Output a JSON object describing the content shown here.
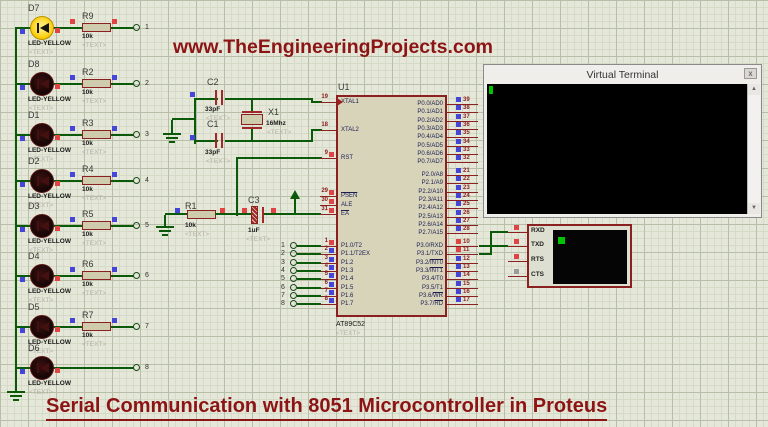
{
  "titles": {
    "watermark": "www.TheEngineeringProjects.com",
    "caption": "Serial Communication with 8051 Microcontroller in Proteus"
  },
  "placeholder": "<TEXT>",
  "colors": {
    "wire": "#0a5a0a",
    "component": "#8b2020",
    "title_red": "#8d1414",
    "state_high": "#e04343",
    "state_low": "#4545d8",
    "state_float": "#9a9a9a",
    "led_on": "#fcca00"
  },
  "led_rows": [
    {
      "ref": "D7",
      "part": "LED-YELLOW",
      "resistor": "R9",
      "rvalue": "10k",
      "terminal": "1",
      "lit": true,
      "squares": [
        "low",
        "high",
        "high",
        "high"
      ]
    },
    {
      "ref": "D8",
      "part": "LED-YELLOW",
      "resistor": "R2",
      "rvalue": "10k",
      "terminal": "2",
      "lit": false,
      "squares": [
        "low",
        "high",
        "low",
        "low"
      ]
    },
    {
      "ref": "D1",
      "part": "LED-YELLOW",
      "resistor": "R3",
      "rvalue": "10k",
      "terminal": "3",
      "lit": false,
      "squares": [
        "low",
        "high",
        "low",
        "low"
      ]
    },
    {
      "ref": "D2",
      "part": "LED-YELLOW",
      "resistor": "R4",
      "rvalue": "10k",
      "terminal": "4",
      "lit": false,
      "squares": [
        "low",
        "high",
        "low",
        "low"
      ]
    },
    {
      "ref": "D3",
      "part": "LED-YELLOW",
      "resistor": "R5",
      "rvalue": "10k",
      "terminal": "5",
      "lit": false,
      "squares": [
        "low",
        "high",
        "low",
        "low"
      ]
    },
    {
      "ref": "D4",
      "part": "LED-YELLOW",
      "resistor": "R6",
      "rvalue": "10k",
      "terminal": "6",
      "lit": false,
      "squares": [
        "low",
        "high",
        "low",
        "low"
      ]
    },
    {
      "ref": "D5",
      "part": "LED-YELLOW",
      "resistor": "R7",
      "rvalue": "10k",
      "terminal": "7",
      "lit": false,
      "squares": [
        "low",
        "high",
        "low",
        "low"
      ]
    },
    {
      "ref": "D6",
      "part": "LED-YELLOW",
      "resistor": null,
      "rvalue": null,
      "terminal": "8",
      "lit": false,
      "squares": [
        "low",
        "high"
      ]
    }
  ],
  "clock": {
    "c_top_ref": "C2",
    "c_top_value": "33pF",
    "c_bot_ref": "C1",
    "c_bot_value": "33pF",
    "xtal_ref": "X1",
    "xtal_value": "16Mhz"
  },
  "reset": {
    "r_ref": "R1",
    "r_value": "10k",
    "c_ref": "C3",
    "c_value": "1uF"
  },
  "mcu": {
    "ref": "U1",
    "part": "AT89C52",
    "left_pins": [
      {
        "num": "19",
        "name": "XTAL1",
        "clk": true
      },
      {
        "num": "18",
        "name": "XTAL2"
      },
      {
        "num": "9",
        "name": "RST",
        "state": "high"
      },
      {
        "num": "29",
        "name": "",
        "bar_part": "PSEN",
        "state": "high"
      },
      {
        "num": "30",
        "name": "ALE",
        "state": "high"
      },
      {
        "num": "31",
        "name": "",
        "bar_part": "EA",
        "state": "high"
      },
      {
        "num": "1",
        "name": "P1.0/T2",
        "terminal": "1",
        "state": "high"
      },
      {
        "num": "2",
        "name": "P1.1/T2EX",
        "terminal": "2",
        "state": "low"
      },
      {
        "num": "3",
        "name": "P1.2",
        "terminal": "3",
        "state": "low"
      },
      {
        "num": "4",
        "name": "P1.3",
        "terminal": "4",
        "state": "low"
      },
      {
        "num": "5",
        "name": "P1.4",
        "terminal": "5",
        "state": "low"
      },
      {
        "num": "6",
        "name": "P1.5",
        "terminal": "6",
        "state": "low"
      },
      {
        "num": "7",
        "name": "P1.6",
        "terminal": "7",
        "state": "low"
      },
      {
        "num": "8",
        "name": "P1.7",
        "terminal": "8",
        "state": "low"
      }
    ],
    "right_pins": [
      {
        "num": "39",
        "name": "P0.0/AD0",
        "state": "low"
      },
      {
        "num": "38",
        "name": "P0.1/AD1",
        "state": "low"
      },
      {
        "num": "37",
        "name": "P0.2/AD2",
        "state": "low"
      },
      {
        "num": "36",
        "name": "P0.3/AD3",
        "state": "low"
      },
      {
        "num": "35",
        "name": "P0.4/AD4",
        "state": "low"
      },
      {
        "num": "34",
        "name": "P0.5/AD5",
        "state": "low"
      },
      {
        "num": "33",
        "name": "P0.6/AD6",
        "state": "low"
      },
      {
        "num": "32",
        "name": "P0.7/AD7",
        "state": "low"
      },
      {
        "num": "21",
        "name": "P2.0/A8",
        "state": "low"
      },
      {
        "num": "22",
        "name": "P2.1/A9",
        "state": "low"
      },
      {
        "num": "23",
        "name": "P2.2/A10",
        "state": "low"
      },
      {
        "num": "24",
        "name": "P2.3/A11",
        "state": "low"
      },
      {
        "num": "25",
        "name": "P2.4/A12",
        "state": "low"
      },
      {
        "num": "26",
        "name": "P2.5/A13",
        "state": "low"
      },
      {
        "num": "27",
        "name": "P2.6/A14",
        "state": "low"
      },
      {
        "num": "28",
        "name": "P2.7/A15",
        "state": "low"
      },
      {
        "num": "10",
        "name": "P3.0/RXD",
        "state": "high"
      },
      {
        "num": "11",
        "name": "P3.1/TXD",
        "state": "high"
      },
      {
        "num": "12",
        "name": "P3.2/",
        "bar_part": "INT0",
        "state": "low"
      },
      {
        "num": "13",
        "name": "P3.3/",
        "bar_part": "INT1",
        "state": "low"
      },
      {
        "num": "14",
        "name": "P3.4/T0",
        "state": "low"
      },
      {
        "num": "15",
        "name": "P3.5/T1",
        "state": "low"
      },
      {
        "num": "16",
        "name": "P3.6/",
        "bar_part": "WR",
        "state": "low"
      },
      {
        "num": "17",
        "name": "P3.7/",
        "bar_part": "RD",
        "state": "low"
      }
    ]
  },
  "instrument": {
    "pins": [
      {
        "label": "RXD",
        "state": "high"
      },
      {
        "label": "TXD",
        "state": "high"
      },
      {
        "label": "RTS",
        "state": "high"
      },
      {
        "label": "CTS",
        "state": "float"
      }
    ]
  },
  "vt_window": {
    "title": "Virtual Terminal",
    "close_label": "x"
  }
}
